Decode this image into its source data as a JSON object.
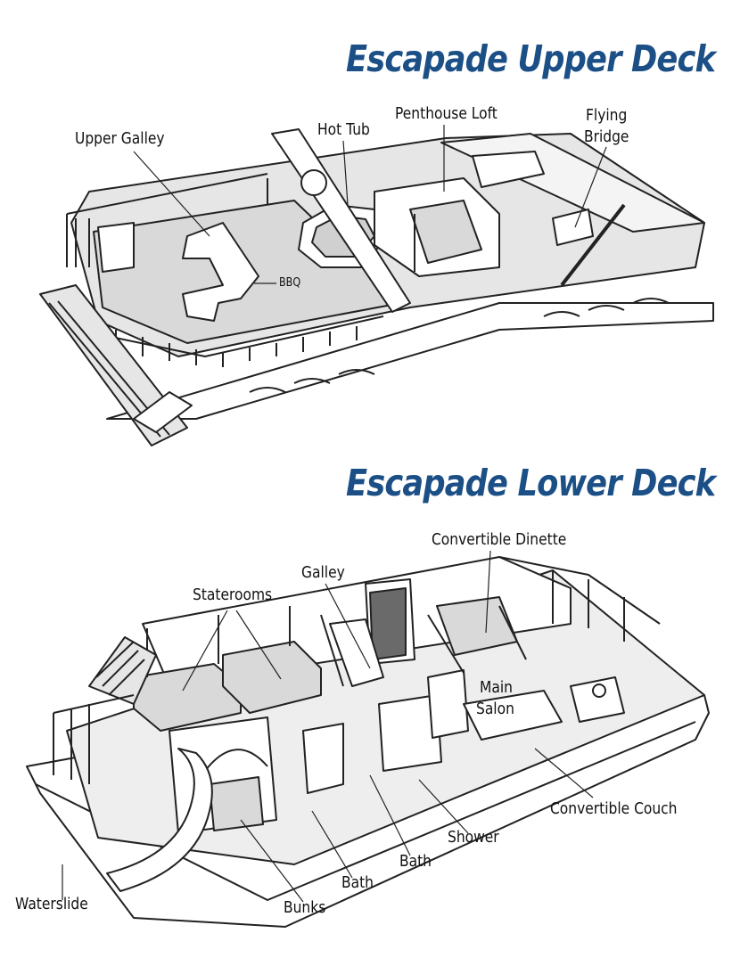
{
  "upper": {
    "title": "Escapade Upper Deck",
    "labels": {
      "upper_galley": "Upper Galley",
      "hot_tub": "Hot Tub",
      "penthouse_loft": "Penthouse Loft",
      "flying": "Flying",
      "bridge": "Bridge",
      "bbq": "BBQ"
    }
  },
  "lower": {
    "title": "Escapade Lower Deck",
    "labels": {
      "convertible_dinette": "Convertible Dinette",
      "galley": "Galley",
      "staterooms": "Staterooms",
      "main": "Main",
      "salon": "Salon",
      "convertible_couch": "Convertible Couch",
      "shower": "Shower",
      "bath_right": "Bath",
      "bath_left": "Bath",
      "bunks": "Bunks",
      "waterslide": "Waterslide"
    }
  },
  "colors": {
    "title": "#1b4f86",
    "deck_fill": "#d9d9d9",
    "line": "#222222"
  }
}
